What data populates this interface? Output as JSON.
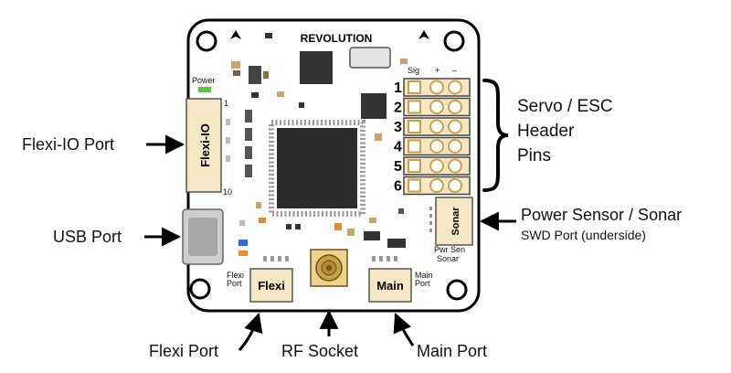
{
  "board": {
    "brand": "REVOLUTION",
    "power_label": "Power",
    "flexi_io_label": "Flexi-IO",
    "pin_one": "1",
    "pin_ten": "10",
    "sonar_label": "Sonar",
    "flexi_label": "Flexi",
    "main_label": "Main",
    "flexi_port_small_1": "Flexi",
    "flexi_port_small_2": "Port",
    "main_port_small_1": "Main",
    "main_port_small_2": "Port",
    "pwr_sen_1": "Pwr Sen",
    "pwr_sen_2": "Sonar",
    "header_sig": "Sig",
    "header_plus": "+",
    "header_minus": "–",
    "header_rows": [
      "1",
      "2",
      "3",
      "4",
      "5",
      "6"
    ]
  },
  "callouts": {
    "servo_1": "Servo / ESC",
    "servo_2": "Header",
    "servo_3": "Pins",
    "flexi_io_port": "Flexi-IO Port",
    "usb_port": "USB Port",
    "power_sensor": "Power Sensor / Sonar",
    "swd_port": "SWD Port (underside)",
    "flexi_port": "Flexi Port",
    "rf_socket": "RF Socket",
    "main_port": "Main Port"
  },
  "colors": {
    "board": "#ffffff",
    "outline": "#000000",
    "chip": "#333333",
    "header_fill": "#f6e7c4",
    "pad_gold": "#c8a24a",
    "led_green": "#56c93a",
    "led_blue": "#2a6fd6",
    "led_orange": "#f08a2a"
  }
}
